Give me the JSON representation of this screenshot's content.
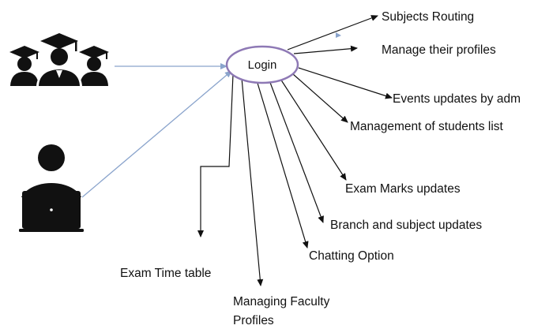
{
  "center": {
    "label": "Login"
  },
  "actors": [
    {
      "name": "graduates-group-icon",
      "icon": "graduation-cap-group"
    },
    {
      "name": "laptop-user-icon",
      "icon": "person-at-laptop"
    }
  ],
  "features": {
    "subjects_routing": "Subjects Routing",
    "manage_profiles": "Manage their profiles",
    "events_updates": "Events updates by adm",
    "management_students": "Management of students  list",
    "exam_marks": "Exam Marks updates",
    "branch_subject": "Branch  and subject updates",
    "chatting": "Chatting  Option",
    "exam_timetable": "Exam Time table",
    "managing_faculty_1": "Managing Faculty",
    "managing_faculty_2": "Profiles"
  },
  "colors": {
    "ellipse_stroke": "#8e79b5",
    "actor_arrow": "#8aa4cc",
    "feature_arrow": "#111111",
    "icon_fill": "#111111"
  }
}
